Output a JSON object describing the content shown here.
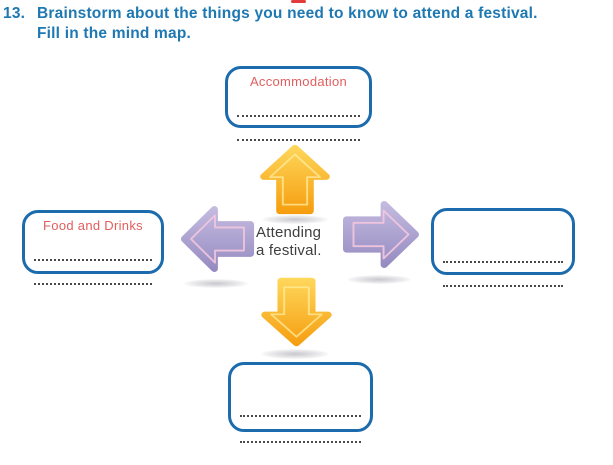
{
  "page": {
    "exercise_number": "13.",
    "title_line1": "Brainstorm about the things you need to know to attend a festival.",
    "title_line2": "Fill in the mind map."
  },
  "mindmap": {
    "center": {
      "line1": "Attending",
      "line2": "a festival."
    },
    "nodes": {
      "top": {
        "label": "Accommodation",
        "blank_count": 2
      },
      "left": {
        "label": "Food and Drinks",
        "blank_count": 2
      },
      "right": {
        "label": "",
        "blank_count": 2
      },
      "bottom": {
        "label": "",
        "blank_count": 2
      }
    },
    "arrows": [
      "up",
      "left",
      "right",
      "down"
    ]
  },
  "colors": {
    "title_blue": "#1e78b2",
    "label_red": "#e25e5e",
    "box_border_blue": "#1c6cad",
    "dotted_line": "#4a4a4a",
    "center_text": "#3f3f3f",
    "arrow_orange_light": "#ffd95e",
    "arrow_orange_dark": "#f59b0c",
    "arrow_orange_highlight": "#ffec9e",
    "arrow_purple_light": "#c9c0e3",
    "arrow_purple_dark": "#9186be",
    "arrow_purple_highlight": "#f4c6de"
  }
}
